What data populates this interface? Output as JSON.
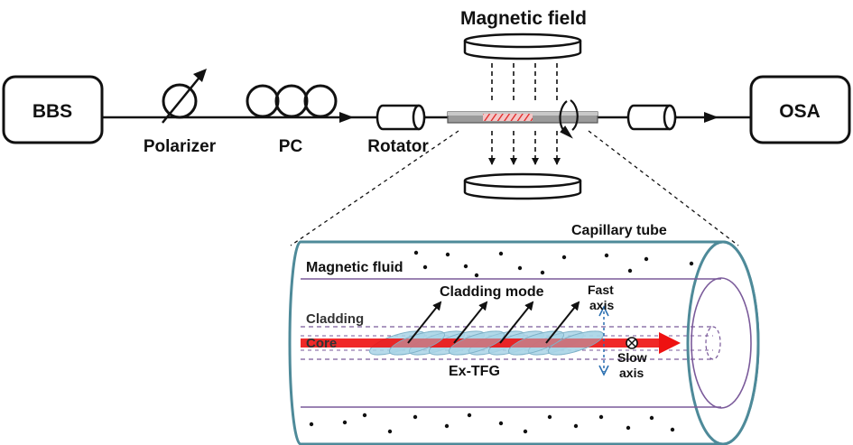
{
  "labels": {
    "bbs": "BBS",
    "osa": "OSA",
    "polarizer": "Polarizer",
    "pc": "PC",
    "rotator": "Rotator",
    "magnetic_field": "Magnetic field",
    "capillary_tube": "Capillary tube",
    "magnetic_fluid": "Magnetic fluid",
    "cladding_mode": "Cladding mode",
    "fast_axis_1": "Fast",
    "fast_axis_2": "axis",
    "cladding": "Cladding",
    "core": "Core",
    "ex_tfg": "Ex-TFG",
    "slow_axis_1": "Slow",
    "slow_axis_2": "axis"
  },
  "colors": {
    "tube": "#4e8a99",
    "core": "#ee1111",
    "grating": "#a9d4e6",
    "cladding_line": "#7a5a9a"
  }
}
